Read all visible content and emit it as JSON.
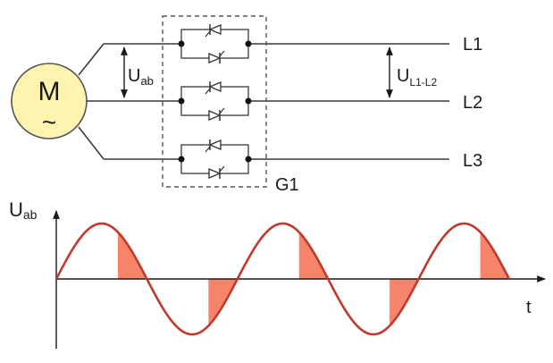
{
  "motor": {
    "label": "M",
    "symbol": "~",
    "fill_color": "#fff3b0"
  },
  "voltage_labels": {
    "uab_main": "U",
    "uab_sub": "ab",
    "ul_main": "U",
    "ul_sub": "L1-L2"
  },
  "line_labels": {
    "l1": "L1",
    "l2": "L2",
    "l3": "L3"
  },
  "controller_label": "G1",
  "graph": {
    "y_main": "U",
    "y_sub": "ab",
    "x_label": "t",
    "wave_color": "#c0392b",
    "fill_color": "#f5846b"
  }
}
